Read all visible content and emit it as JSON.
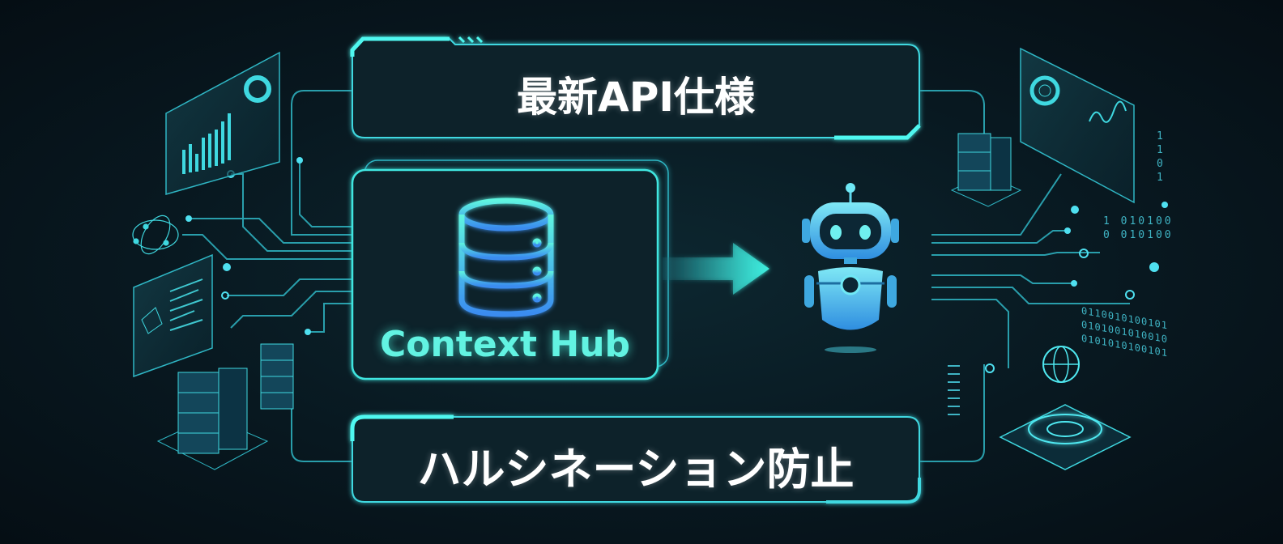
{
  "top_box": {
    "label": "最新API仕様"
  },
  "hub_box": {
    "label": "Context Hub",
    "icon": "database-icon"
  },
  "bottom_box": {
    "label": "ハルシネーション防止"
  },
  "arrow": {
    "icon": "arrow-right-icon"
  },
  "agent": {
    "icon": "robot-icon"
  },
  "binary": {
    "vertical": "1\n1\n0\n1",
    "row1": "1 010100",
    "row2": "0 010100",
    "stream": "0110010100101\n0101001010010\n0101010100101"
  },
  "colors": {
    "accent": "#3fe6e0",
    "hub_text": "#62f3e2",
    "background": "#081820",
    "robot": "#4fc8e8"
  }
}
